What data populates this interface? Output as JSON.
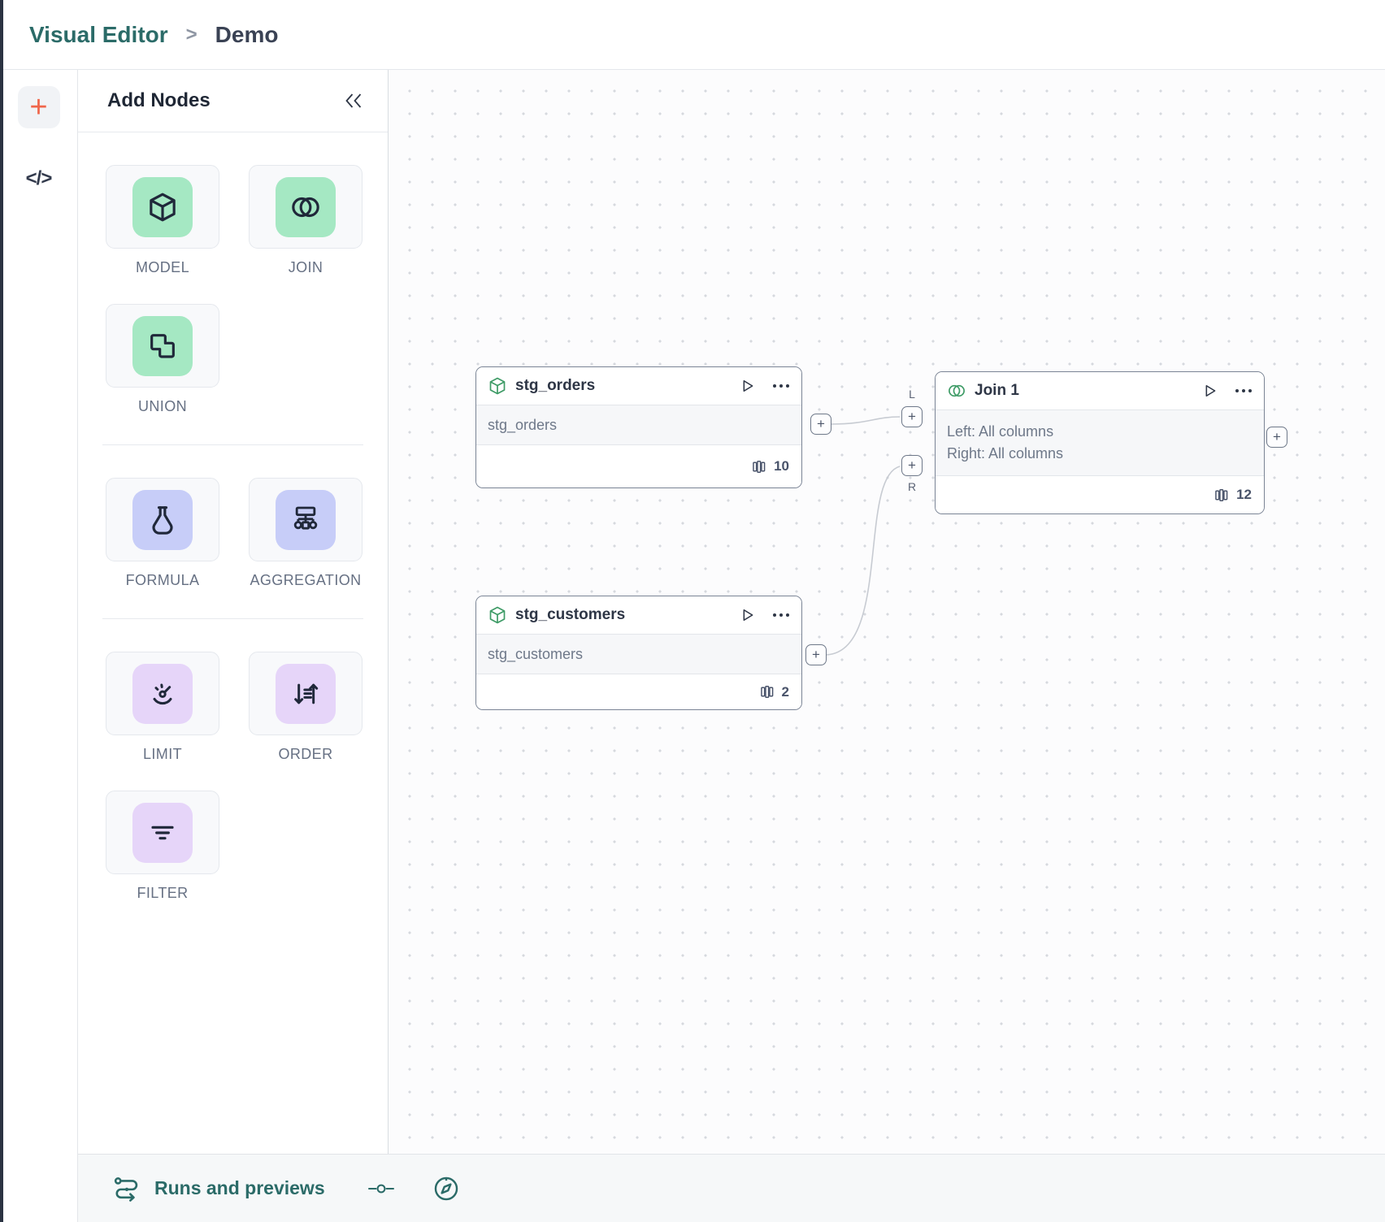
{
  "header": {
    "breadcrumb_primary": "Visual Editor",
    "breadcrumb_separator": ">",
    "breadcrumb_current": "Demo"
  },
  "rail": {
    "add_button": "+",
    "code_label": "</>"
  },
  "panel": {
    "title": "Add Nodes",
    "tiles": {
      "model": {
        "label": "MODEL"
      },
      "join": {
        "label": "JOIN"
      },
      "union": {
        "label": "UNION"
      },
      "formula": {
        "label": "FORMULA"
      },
      "aggregation": {
        "label": "AGGREGATION"
      },
      "limit": {
        "label": "LIMIT"
      },
      "order": {
        "label": "ORDER"
      },
      "filter": {
        "label": "FILTER"
      }
    }
  },
  "canvas": {
    "nodes": {
      "stg_orders": {
        "title": "stg_orders",
        "body": "stg_orders",
        "column_count": "10"
      },
      "stg_customers": {
        "title": "stg_customers",
        "body": "stg_customers",
        "column_count": "2"
      },
      "join1": {
        "title": "Join 1",
        "body_line1": "Left: All columns",
        "body_line2": "Right: All columns",
        "column_count": "12"
      }
    },
    "port_labels": {
      "left": "L",
      "right": "R"
    },
    "plus": "+"
  },
  "bottom_bar": {
    "runs_label": "Runs and previews"
  },
  "icons": {
    "model": "cube",
    "join": "overlapping-circles",
    "union": "overlapping-squares",
    "formula": "flask",
    "aggregation": "sitemap",
    "limit": "gauge",
    "order": "sort-arrows",
    "filter": "filter-lines",
    "run": "play-triangle",
    "more": "ellipsis",
    "columns": "column-slats",
    "runs": "route-arrow",
    "commit": "git-commit",
    "explore": "compass",
    "collapse": "double-chevron-left"
  },
  "colors": {
    "accent_teal": "#2B6B68",
    "accent_orange": "#F0664B",
    "tile_green": "#A5E8C3",
    "tile_periwinkle": "#C7CDF8",
    "tile_purple": "#E6D5F9",
    "node_border": "#7A8495",
    "edge_line": "#C7CBD2"
  }
}
